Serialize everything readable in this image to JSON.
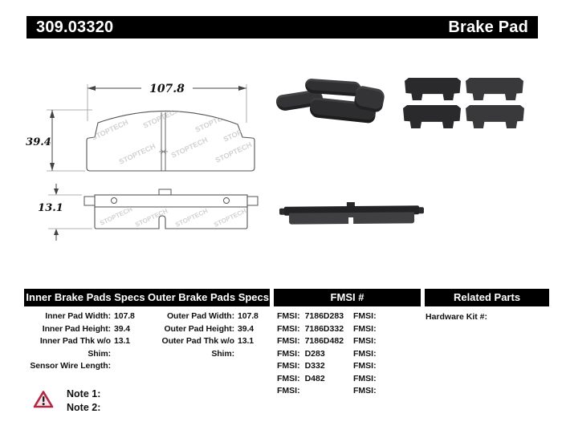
{
  "colors": {
    "header_bg": "#000000",
    "text": "#111111",
    "warning_red": "#b02846",
    "watermark_gray": "#c9c9c9"
  },
  "header": {
    "part_number": "309.03320",
    "product_type": "Brake Pad"
  },
  "diagram": {
    "watermark": "STOPTECH",
    "dimensions": {
      "width": "107.8",
      "height": "39.4",
      "thickness": "13.1"
    }
  },
  "specs": {
    "inner": {
      "header": "Inner Brake Pads Specs",
      "rows": [
        {
          "label": "Inner Pad Width:",
          "value": "107.8"
        },
        {
          "label": "Inner Pad Height:",
          "value": "39.4"
        },
        {
          "label": "Inner Pad Thk w/o Shim:",
          "value": "13.1"
        },
        {
          "label": "Sensor Wire Length:",
          "value": ""
        }
      ]
    },
    "outer": {
      "header": "Outer Brake Pads Specs",
      "rows": [
        {
          "label": "Outer Pad Width:",
          "value": "107.8"
        },
        {
          "label": "Outer Pad Height:",
          "value": "39.4"
        },
        {
          "label": "Outer Pad Thk w/o Shim:",
          "value": "13.1"
        }
      ]
    }
  },
  "fmsi": {
    "header": "FMSI #",
    "rows": [
      {
        "left_label": "FMSI:",
        "left_value": "7186D283",
        "right_label": "FMSI:",
        "right_value": ""
      },
      {
        "left_label": "FMSI:",
        "left_value": "7186D332",
        "right_label": "FMSI:",
        "right_value": ""
      },
      {
        "left_label": "FMSI:",
        "left_value": "7186D482",
        "right_label": "FMSI:",
        "right_value": ""
      },
      {
        "left_label": "FMSI:",
        "left_value": "D283",
        "right_label": "FMSI:",
        "right_value": ""
      },
      {
        "left_label": "FMSI:",
        "left_value": "D332",
        "right_label": "FMSI:",
        "right_value": ""
      },
      {
        "left_label": "FMSI:",
        "left_value": "D482",
        "right_label": "FMSI:",
        "right_value": ""
      },
      {
        "left_label": "FMSI:",
        "left_value": "",
        "right_label": "FMSI:",
        "right_value": ""
      }
    ]
  },
  "related": {
    "header": "Related Parts",
    "rows": [
      {
        "label": "Hardware Kit #:",
        "value": ""
      }
    ]
  },
  "notes": {
    "warning_icon": "warning-triangle",
    "items": [
      {
        "label": "Note 1:"
      },
      {
        "label": "Note 2:"
      }
    ]
  }
}
